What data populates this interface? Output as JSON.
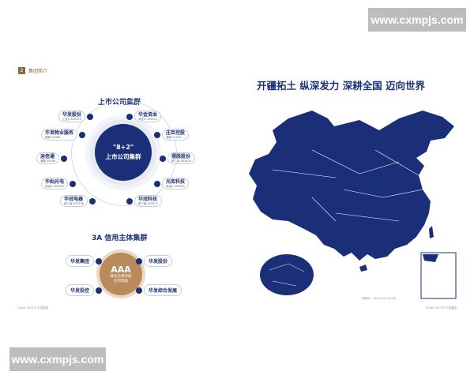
{
  "watermark": {
    "text": "www.cxmpjs.com"
  },
  "left_page": {
    "section_tag_number": "2",
    "section_tag_label": "集团简介",
    "listed_group_title": "上市公司集群",
    "hub_line1": "\"8+2\"",
    "hub_line2": "上市公司集群",
    "companies": [
      {
        "name": "华发股份",
        "code": "上证A 600325"
      },
      {
        "name": "华金资本",
        "code": "深证A 000532"
      },
      {
        "name": "华发物业服务",
        "code": "港股 00982"
      },
      {
        "name": "庄臣控股",
        "code": "港股 01955"
      },
      {
        "name": "迪信通",
        "code": "港股 06188"
      },
      {
        "name": "摆脱股份",
        "code": "新三板 833624"
      },
      {
        "name": "华灿光电",
        "code": "深证A 300323"
      },
      {
        "name": "光库科技",
        "code": "深证A 300620"
      },
      {
        "name": "华冠电器",
        "code": "新三板 873396"
      },
      {
        "name": "华冠科技",
        "code": "新三板 873447"
      }
    ],
    "credit_group_title": "3A 信用主体集群",
    "aaa_title": "AAA",
    "aaa_line1": "联合信用评级",
    "aaa_line2": "信用等级",
    "credit_entities": [
      "华发集团",
      "华发股份",
      "华发投控",
      "华发综合发展"
    ],
    "footer": "Huafa GROUP 华发集团"
  },
  "right_page": {
    "title": "开疆拓土 纵深发力 深耕全国 迈向世界",
    "map_approval": "审图号：GS(2019)1822号",
    "footer": "Huafa GROUP 华发集团",
    "map_fill": "#1b2f78"
  }
}
